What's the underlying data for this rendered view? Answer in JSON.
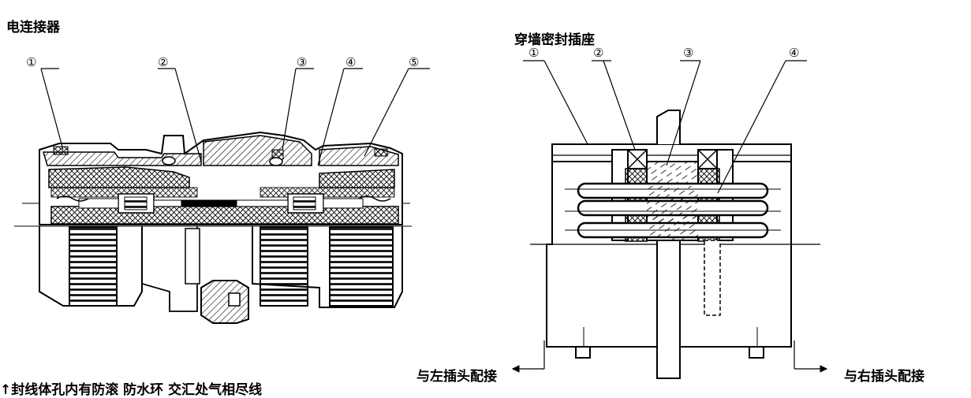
{
  "left_diagram": {
    "title": "电连接器",
    "callouts": [
      "①",
      "②",
      "③",
      "④",
      "⑤"
    ]
  },
  "right_diagram": {
    "title": "穿墙密封插座",
    "callouts": [
      "①",
      "②",
      "③",
      "④"
    ],
    "left_connection": "与左插头配接",
    "right_connection": "与右插头配接"
  },
  "footer_partial_text": "↑封线体孔内有防滚 防水环 交汇处气相尽线"
}
